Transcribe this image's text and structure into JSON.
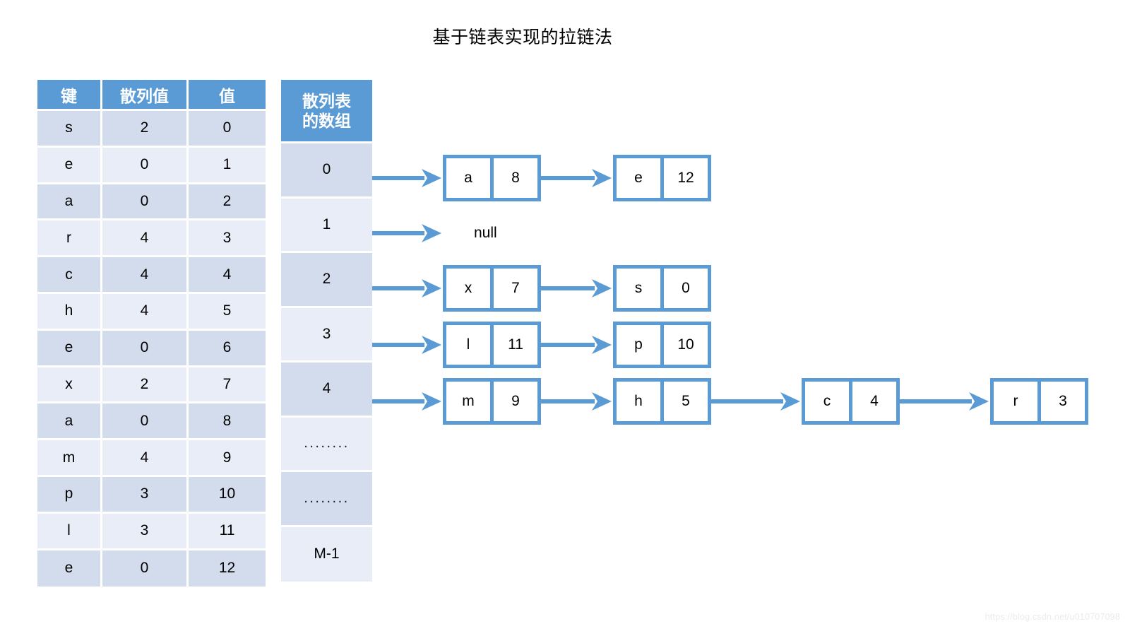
{
  "title": "基于链表实现的拉链法",
  "colors": {
    "header_blue": "#5B9BD5",
    "row_dark": "#D3DCEC",
    "row_light": "#E9EDF7",
    "arrow_blue": "#5B9BD5",
    "node_border": "#5B9BD5",
    "text": "#000000"
  },
  "key_table": {
    "headers": [
      "键",
      "散列值",
      "值"
    ],
    "rows": [
      [
        "s",
        "2",
        "0"
      ],
      [
        "e",
        "0",
        "1"
      ],
      [
        "a",
        "0",
        "2"
      ],
      [
        "r",
        "4",
        "3"
      ],
      [
        "c",
        "4",
        "4"
      ],
      [
        "h",
        "4",
        "5"
      ],
      [
        "e",
        "0",
        "6"
      ],
      [
        "x",
        "2",
        "7"
      ],
      [
        "a",
        "0",
        "8"
      ],
      [
        "m",
        "4",
        "9"
      ],
      [
        "p",
        "3",
        "10"
      ],
      [
        "l",
        "3",
        "11"
      ],
      [
        "e",
        "0",
        "12"
      ]
    ]
  },
  "hash_array": {
    "header": "散列表\n的数组",
    "cells": [
      "0",
      "1",
      "2",
      "3",
      "4",
      "........",
      "........",
      "M-1"
    ]
  },
  "chains": [
    {
      "bucket": "0",
      "nodes": [
        {
          "key": "a",
          "value": "8"
        },
        {
          "key": "e",
          "value": "12"
        }
      ],
      "terminator": null
    },
    {
      "bucket": "1",
      "nodes": [],
      "terminator": "null"
    },
    {
      "bucket": "2",
      "nodes": [
        {
          "key": "x",
          "value": "7"
        },
        {
          "key": "s",
          "value": "0"
        }
      ],
      "terminator": null
    },
    {
      "bucket": "3",
      "nodes": [
        {
          "key": "l",
          "value": "11"
        },
        {
          "key": "p",
          "value": "10"
        }
      ],
      "terminator": null
    },
    {
      "bucket": "4",
      "nodes": [
        {
          "key": "m",
          "value": "9"
        },
        {
          "key": "h",
          "value": "5"
        },
        {
          "key": "c",
          "value": "4"
        },
        {
          "key": "r",
          "value": "3"
        }
      ],
      "terminator": null
    }
  ],
  "watermark": "https://blog.csdn.net/u010707098"
}
